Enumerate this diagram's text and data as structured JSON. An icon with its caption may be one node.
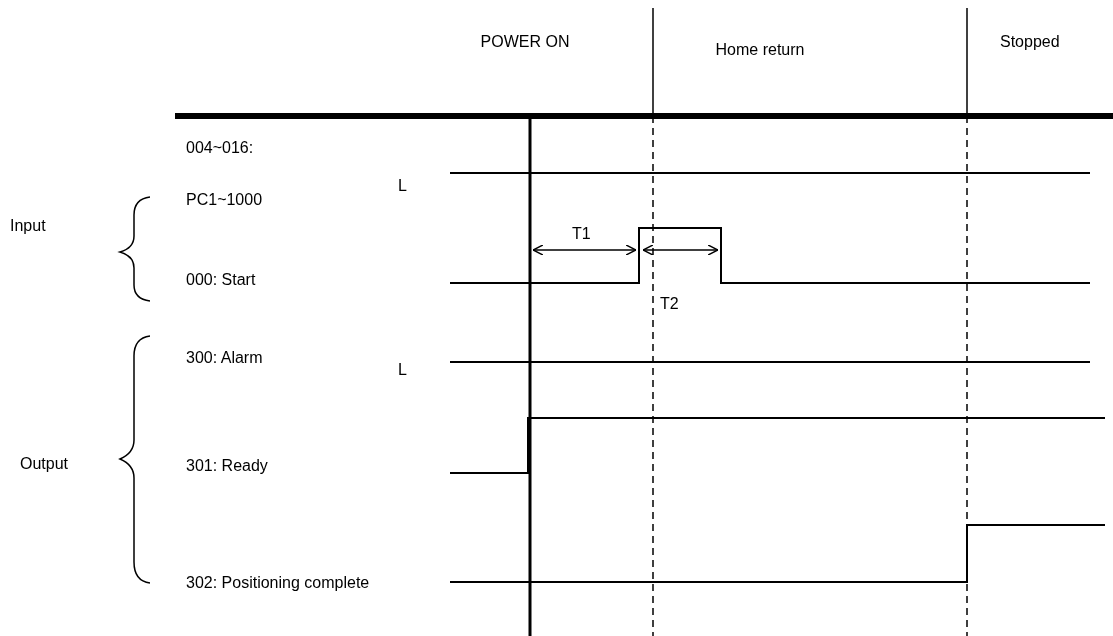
{
  "diagram": {
    "labels": [
      "POWER ON",
      "Home return",
      "Stopped",
      "004~016:",
      "PC1~1000",
      "L",
      "Input",
      "T1",
      "000: Start",
      "T2",
      "300: Alarm",
      "L",
      "Output",
      "301: Ready",
      "302: Positioning complete"
    ]
  }
}
